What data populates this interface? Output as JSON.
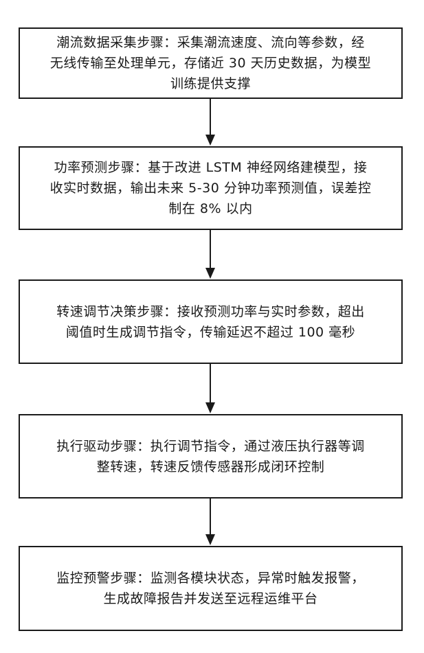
{
  "steps": [
    {
      "text": "潮流数据采集步骤：采集潮流速度、流向等参数，经\n无线传输至处理单元，存储近 30 天历史数据，为模型\n训练提供支撑"
    },
    {
      "text": "功率预测步骤：基于改进 LSTM 神经网络建模型，接\n收实时数据，输出未来 5-30 分钟功率预测值，误差控\n制在 8% 以内"
    },
    {
      "text": "转速调节决策步骤：接收预测功率与实时参数，超出\n阈值时生成调节指令，传输延迟不超过 100 毫秒"
    },
    {
      "text": "执行驱动步骤：执行调节指令，通过液压执行器等调\n整转速，转速反馈传感器形成闭环控制"
    },
    {
      "text": "监控预警步骤：监测各模块状态，异常时触发报警，\n生成故障报告并发送至远程运维平台"
    }
  ]
}
